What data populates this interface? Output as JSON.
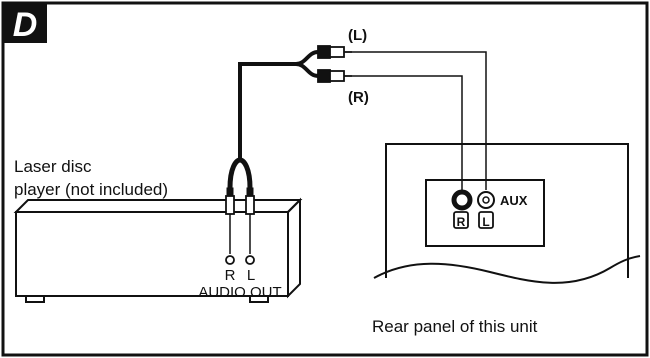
{
  "panel_letter": "D",
  "labels": {
    "left_channel": "(L)",
    "right_channel": "(R)",
    "source_device_line1": "Laser disc",
    "source_device_line2": "player (not included)",
    "jack_r": "R",
    "jack_l": "L",
    "audio_out": "AUDIO OUT",
    "aux": "AUX",
    "aux_r_mark": "R",
    "aux_l_mark": "L",
    "rear_panel_caption": "Rear panel of this unit"
  },
  "colors": {
    "line": "#111111",
    "background": "#ffffff",
    "badge_fill": "#111111",
    "badge_text": "#ffffff"
  }
}
